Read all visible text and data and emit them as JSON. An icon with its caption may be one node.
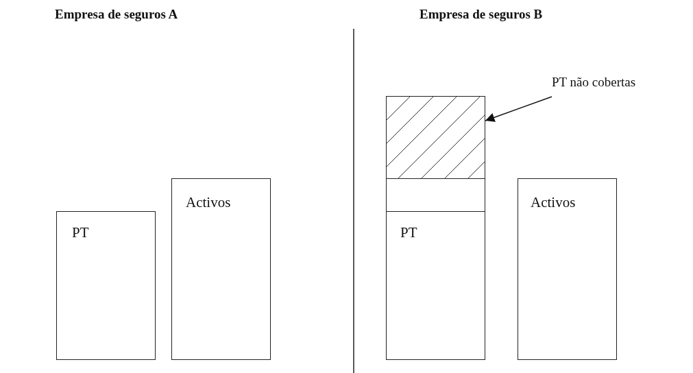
{
  "diagram": {
    "nodes": [
      {
        "text": [
          "PT"
        ]
      },
      {
        "text": [
          "Activos"
        ]
      },
      {
        "text": [],
        "shape": "box"
      },
      {
        "text": [],
        "shape": "box"
      },
      {
        "text": [
          "PT"
        ]
      },
      {
        "text": [
          "Activos"
        ]
      },
      {
        "text": [
          "PT não cobertas"
        ]
      }
    ],
    "edges": [
      {
        "from": 6,
        "to": 2,
        "arrow": "to"
      }
    ],
    "labels": [
      "Empresa de seguros A",
      "Empresa de seguros B"
    ]
  }
}
